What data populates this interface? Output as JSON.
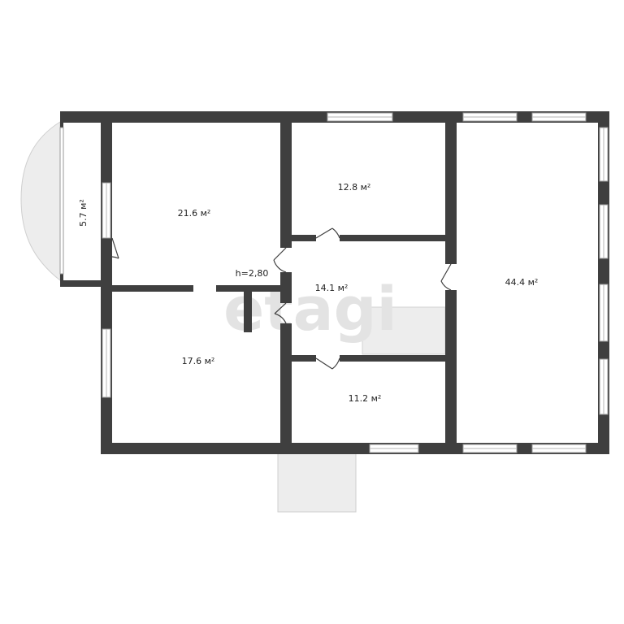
{
  "plan": {
    "ceiling_height": "h=2,80",
    "watermark": "etagi",
    "rooms": [
      {
        "id": "room-balcony",
        "area": "5.7 м²"
      },
      {
        "id": "room-21",
        "area": "21.6 м²"
      },
      {
        "id": "room-12",
        "area": "12.8 м²"
      },
      {
        "id": "room-44",
        "area": "44.4 м²"
      },
      {
        "id": "room-hall",
        "area": "14.1 м²"
      },
      {
        "id": "room-17",
        "area": "17.6 м²"
      },
      {
        "id": "room-11",
        "area": "11.2 м²"
      }
    ]
  },
  "colors": {
    "wall": "#3f3f3f",
    "floor": "#ffffff",
    "shaded": "#ededed",
    "window": "#ffffff"
  }
}
